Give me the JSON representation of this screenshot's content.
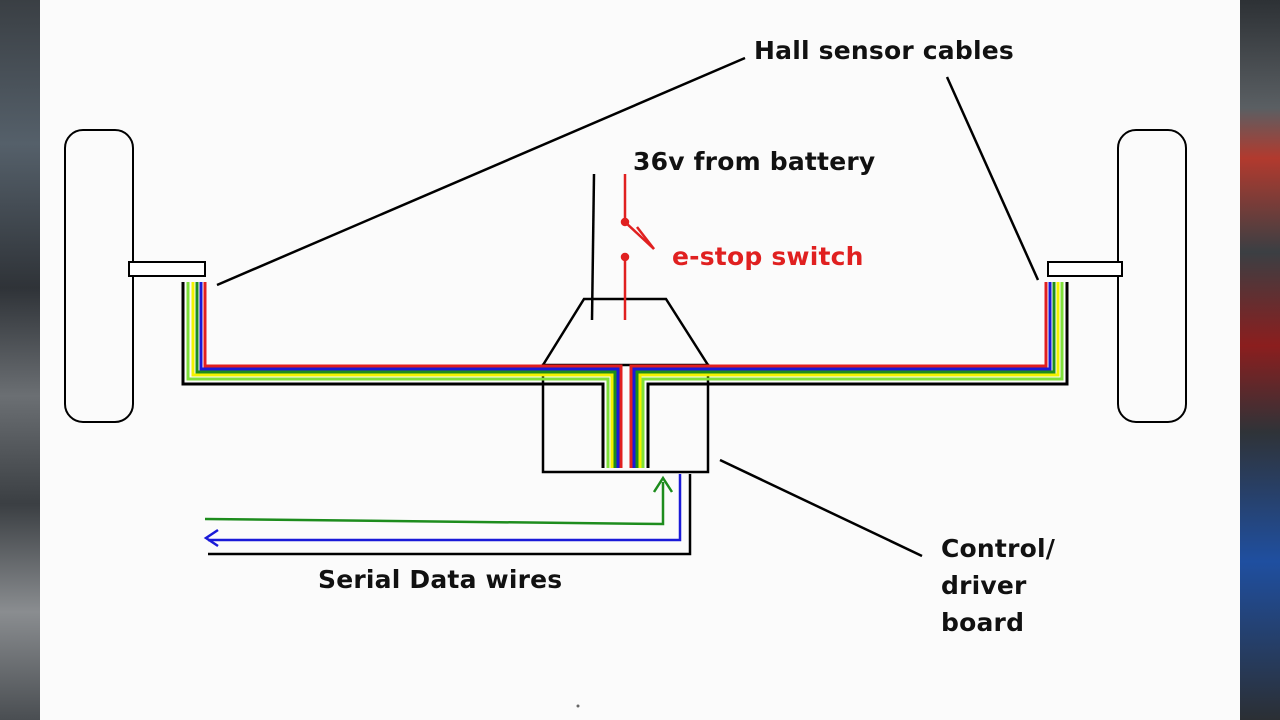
{
  "labels": {
    "hall_sensor": "Hall sensor cables",
    "battery": "36v from battery",
    "estop": "e-stop switch",
    "serial": "Serial Data wires",
    "control_board": "Control/\ndriver\nboard"
  },
  "colors": {
    "outline": "#000000",
    "red": "#e02020",
    "blue": "#1a1ad8",
    "green": "#1d8c1d",
    "yellow": "#f2f200",
    "lime": "#7fe03a"
  }
}
